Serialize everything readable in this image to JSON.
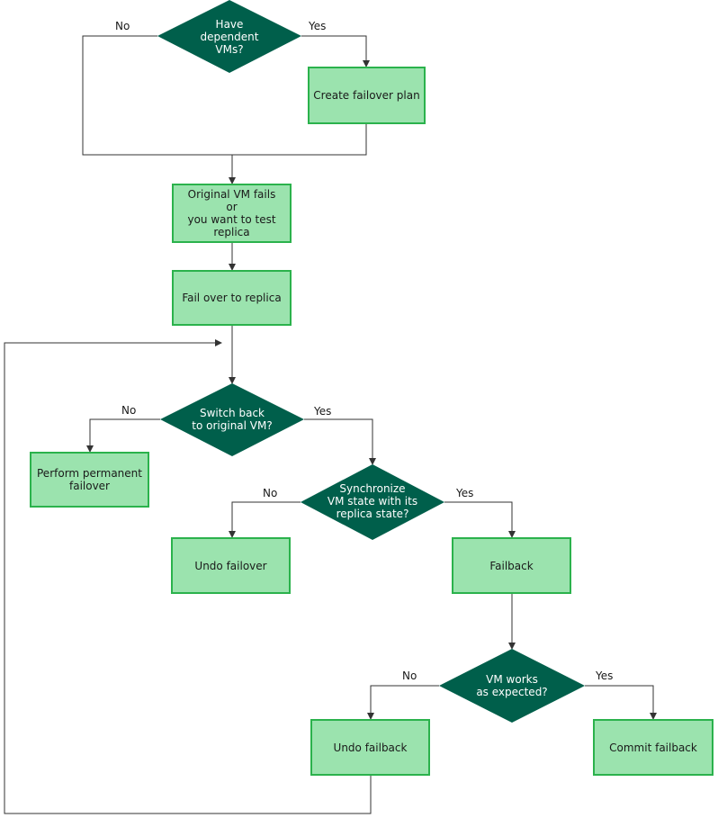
{
  "colors": {
    "process_fill": "#9be3ae",
    "process_border": "#2bb24c",
    "decision_fill": "#005f4b",
    "line": "#333333"
  },
  "decisions": {
    "have_dependent": [
      "Have",
      "dependent",
      "VMs?"
    ],
    "switch_back": [
      "Switch back",
      "to original VM?"
    ],
    "synchronize": [
      "Synchronize",
      "VM state with its",
      "replica state?"
    ],
    "vm_works": [
      "VM works",
      "as expected?"
    ]
  },
  "processes": {
    "create_plan": "Create failover plan",
    "original_fails": [
      "Original  VM fails",
      "or",
      "you want to test replica"
    ],
    "fail_over": "Fail  over to replica",
    "permanent": [
      "Perform permanent",
      "failover"
    ],
    "undo_failover": "Undo failover",
    "failback": "Failback",
    "undo_failback": "Undo failback",
    "commit_failback": "Commit failback"
  },
  "labels": {
    "no": "No",
    "yes": "Yes"
  }
}
